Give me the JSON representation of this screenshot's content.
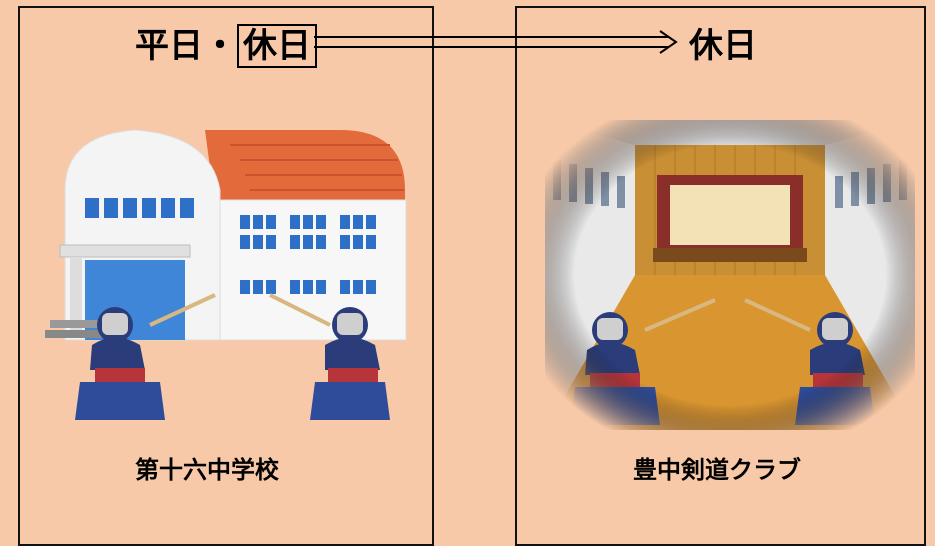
{
  "left": {
    "title_part1": "平日・",
    "title_part2": "休日",
    "caption": "第十六中学校"
  },
  "right": {
    "title": "休日",
    "caption": "豊中剣道クラブ"
  }
}
